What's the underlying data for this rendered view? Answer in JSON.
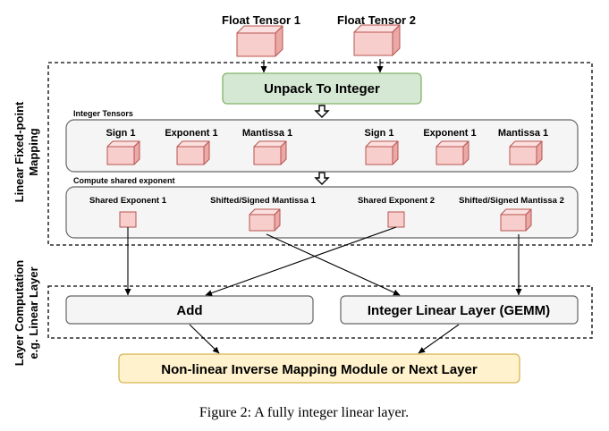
{
  "inputs": {
    "float_tensor_1": "Float Tensor 1",
    "float_tensor_2": "Float Tensor 2"
  },
  "section_labels": {
    "mapping_line1": "Linear Fixed-point",
    "mapping_line2": "Mapping",
    "compute_line1": "Layer Computation",
    "compute_line2": "e.g. Linear Layer"
  },
  "unpack_label": "Unpack To Integer",
  "integer_tensors": {
    "title": "Integer Tensors",
    "items": [
      "Sign 1",
      "Exponent 1",
      "Mantissa 1",
      "Sign 1",
      "Exponent 1",
      "Mantissa 1"
    ]
  },
  "shared_exponent": {
    "title": "Compute shared exponent",
    "items": [
      "Shared Exponent 1",
      "Shifted/Signed Mantissa 1",
      "Shared Exponent 2",
      "Shifted/Signed Mantissa 2"
    ]
  },
  "compute": {
    "add_label": "Add",
    "gemm_label": "Integer Linear Layer (GEMM)"
  },
  "output_label": "Non-linear Inverse Mapping Module or Next Layer",
  "caption": "Figure 2: A fully integer linear layer.",
  "colors": {
    "cube_front": "#f8cecc",
    "cube_top": "#fbe0df",
    "cube_side": "#eaa9a7",
    "cube_stroke": "#b85450",
    "unpack_fill": "#d5e8d4",
    "unpack_stroke": "#82b366",
    "output_fill": "#fff2cc",
    "output_stroke": "#d6b656",
    "panel_fill": "#f5f5f5",
    "panel_stroke": "#666666"
  }
}
